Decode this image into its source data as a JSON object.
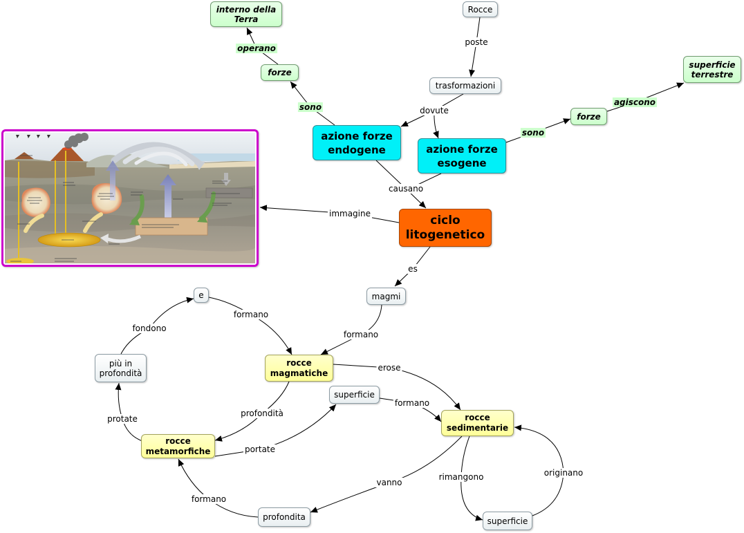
{
  "concepts": {
    "interno_terra": [
      "interno della",
      "Terra"
    ],
    "rocce": "Rocce",
    "forze_endogene": "forze",
    "trasformazioni": "trasformazioni",
    "superficie_terrestre": [
      "superficie",
      "terrestre"
    ],
    "forze_esogene": "forze",
    "azione_forze_endogene": [
      "azione forze",
      "endogene"
    ],
    "azione_forze_esogene": [
      "azione forze",
      "esogene"
    ],
    "ciclo_litogenetico": [
      "ciclo",
      "litogenetico"
    ],
    "e": "e",
    "magmi": "magmi",
    "piu_in_profondita": [
      "più in",
      "profondità"
    ],
    "rocce_magmatiche": [
      "rocce",
      "magmatiche"
    ],
    "superficie_alta": "superficie",
    "rocce_sedimentarie": [
      "rocce",
      "sedimentarie"
    ],
    "rocce_metamorfiche": [
      "rocce",
      "metamorfiche"
    ],
    "profondita": "profondita",
    "superficie_bassa": "superficie"
  },
  "links": {
    "poste": "poste",
    "operano": "operano",
    "sono_endogene": "sono",
    "dovute": "dovute",
    "agiscono": "agiscono",
    "sono_esogene": "sono",
    "causano": "causano",
    "immagine": "immagine",
    "es": "es",
    "fondono": "fondono",
    "formano_e": "formano",
    "formano_magmi": "formano",
    "erose": "erose",
    "formano_superficie": "formano",
    "profondita": "profondità",
    "protate": "protate",
    "portate": "portate",
    "originano": "originano",
    "rimangono": "rimangono",
    "vanno": "vanno",
    "formano_profondita": "formano"
  },
  "colors": {
    "concept_default": "#e9eff1",
    "concept_green": "#ccffcc",
    "concept_cyan": "#00f0f8",
    "concept_orange": "#ff6600",
    "concept_yellow": "#ffff99",
    "image_border": "#cc00cc",
    "connector": "#000000"
  }
}
